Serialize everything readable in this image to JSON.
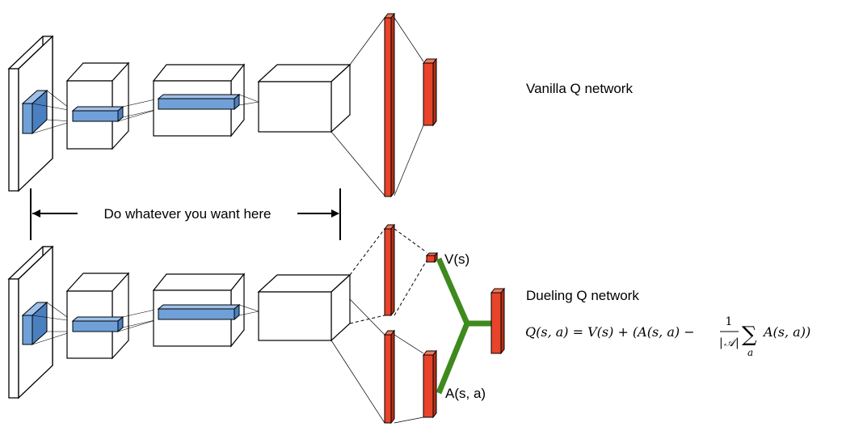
{
  "labels": {
    "vanilla": "Vanilla Q network",
    "dueling": "Dueling Q network",
    "middle": "Do whatever you want here",
    "value": "V(s)",
    "advantage": "A(s, a)"
  },
  "formula": {
    "lhs": "Q(s, a) = V(s) + (A(s, a) −",
    "frac_num": "1",
    "frac_den_left": "|",
    "frac_den_sym": "𝒜",
    "frac_den_right": "|",
    "sum": "∑",
    "sum_index": "a",
    "rhs": "A(s, a))"
  },
  "colors": {
    "conv_blue": "#6fa0d8",
    "fc_red": "#e8442a",
    "stream_green": "#3f8a1f",
    "outline": "#000000"
  }
}
